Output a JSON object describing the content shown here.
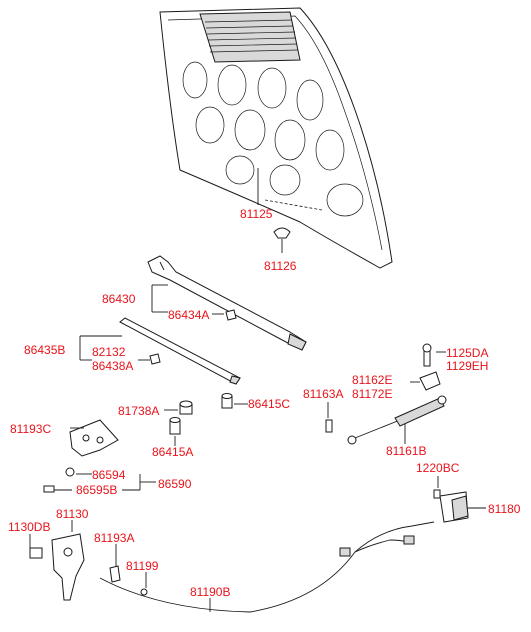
{
  "labels": {
    "l81125": "81125",
    "l81126": "81126",
    "l86430": "86430",
    "l86434A": "86434A",
    "l86435B": "86435B",
    "l82132": "82132",
    "l86438A": "86438A",
    "l1125DA": "1125DA",
    "l1129EH": "1129EH",
    "l81162E": "81162E",
    "l81172E": "81172E",
    "l81163A": "81163A",
    "l81738A": "81738A",
    "l86415C": "86415C",
    "l81193C": "81193C",
    "l86415A": "86415A",
    "l81161B": "81161B",
    "l86594": "86594",
    "l86595B": "86595B",
    "l86590": "86590",
    "l1220BC": "1220BC",
    "l81180": "81180",
    "l1130DB": "1130DB",
    "l81130": "81130",
    "l81193A": "81193A",
    "l81199": "81199",
    "l81190B": "81190B"
  },
  "colors": {
    "label": "#e8141b",
    "line": "#1a1a1a"
  }
}
